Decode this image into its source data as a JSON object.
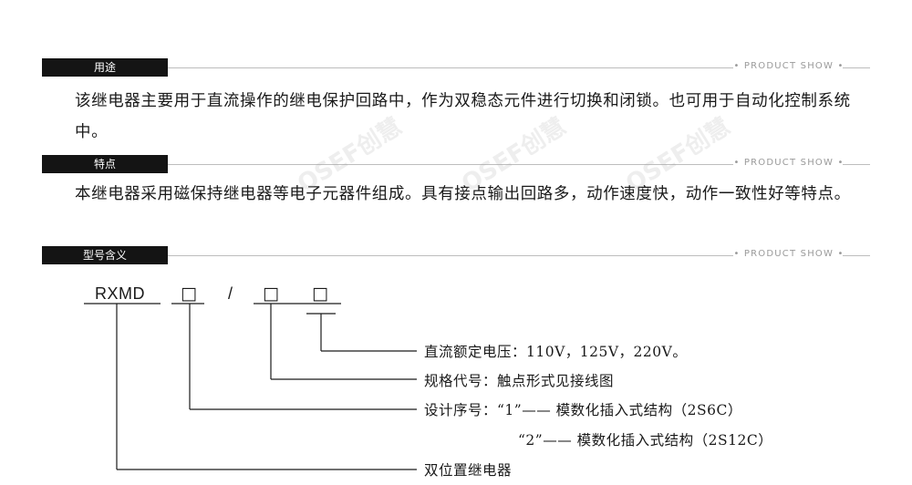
{
  "sections": [
    {
      "title": "用途",
      "show": "• PRODUCT SHOW •"
    },
    {
      "title": "特点",
      "show": "• PRODUCT SHOW •"
    },
    {
      "title": "型号含义",
      "show": "• PRODUCT SHOW •"
    }
  ],
  "usage_text": "该继电器主要用于直流操作的继电保护回路中，作为双稳态元件进行切换和闭锁。也可用于自动化控制系统中。",
  "feature_text": "本继电器采用磁保持继电器等电子元器件组成。具有接点输出回路多，动作速度快，动作一致性好等特点。",
  "watermark": "OSEF创慧",
  "model": {
    "prefix": "RXMD",
    "box": "□",
    "slash": "/",
    "lines": [
      "直流额定电压：110V，125V，220V。",
      "规格代号：触点形式见接线图",
      "设计序号：“1”—— 模数化插入式结构（2S6C）",
      "“2”—— 模数化插入式结构（2S12C）",
      "双位置继电器"
    ]
  }
}
